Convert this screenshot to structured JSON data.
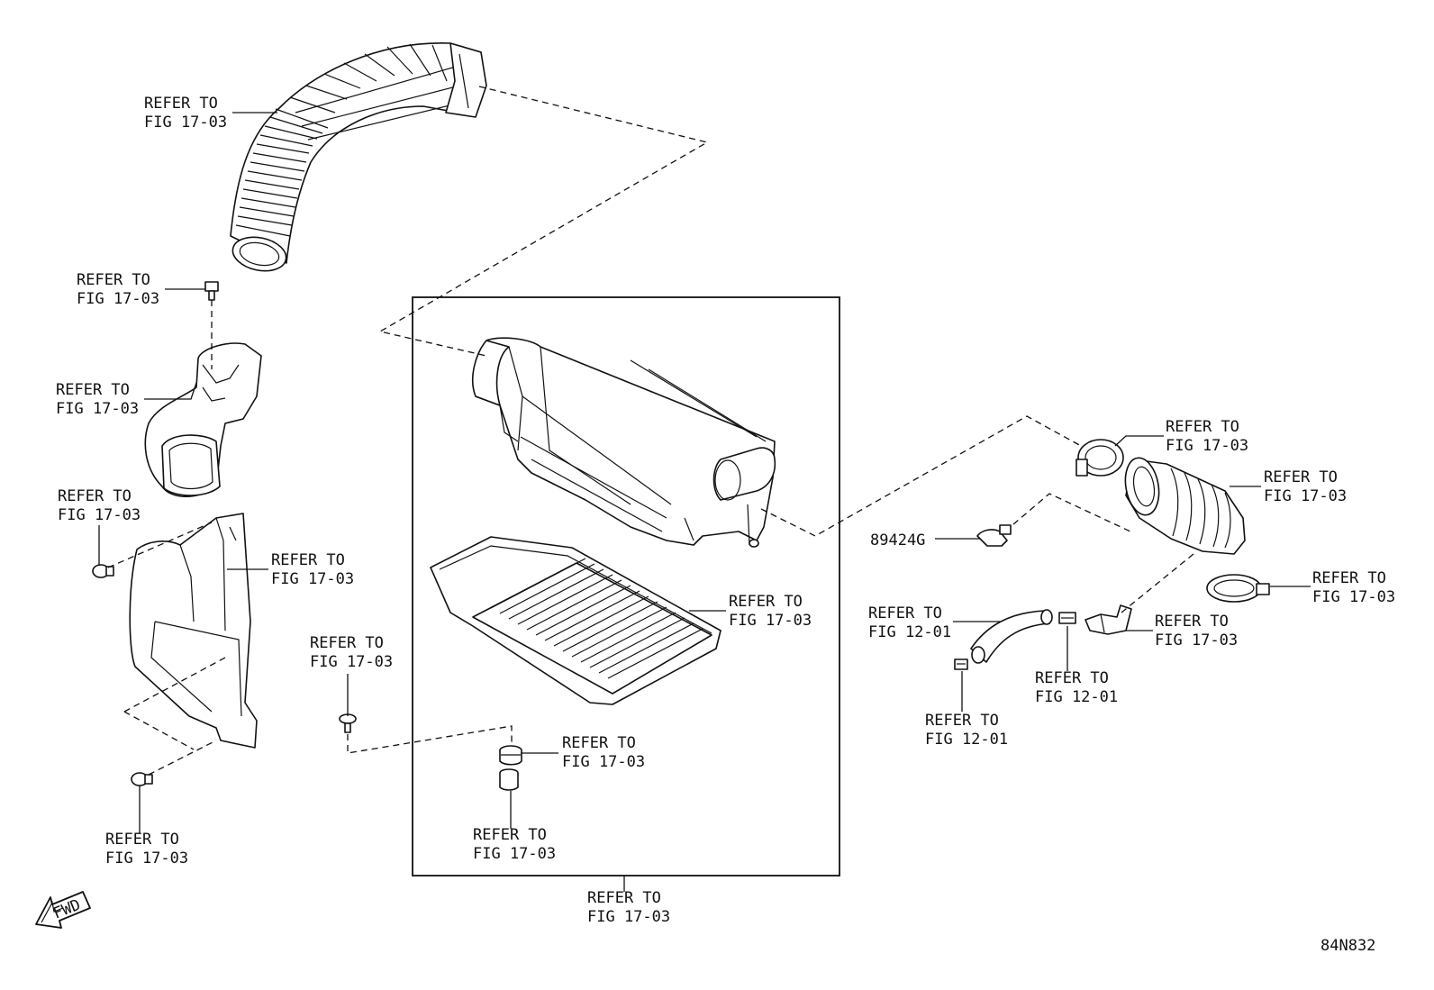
{
  "diagram": {
    "ref_line1": "REFER TO",
    "labels": {
      "upper_duct": "FIG 17-03",
      "bolt_top_left": "FIG 17-03",
      "air_inlet": "FIG 17-03",
      "clip_left": "FIG 17-03",
      "shield": "FIG 17-03",
      "clip_bottom_left": "FIG 17-03",
      "screw_center": "FIG 17-03",
      "element": "FIG 17-03",
      "grommet": "FIG 17-03",
      "collar": "FIG 17-03",
      "housing_assy": "FIG 17-03",
      "clamp_top_right": "FIG 17-03",
      "hose_right": "FIG 17-03",
      "clamp_bottom_right": "FIG 17-03",
      "elbow": "FIG 17-03",
      "vent_hose": "FIG 12-01",
      "clip_hose": "FIG 12-01",
      "clip_bottom": "FIG 12-01"
    },
    "part_number": "89424G",
    "fwd_label": "FWD",
    "figure_code": "84N832"
  }
}
